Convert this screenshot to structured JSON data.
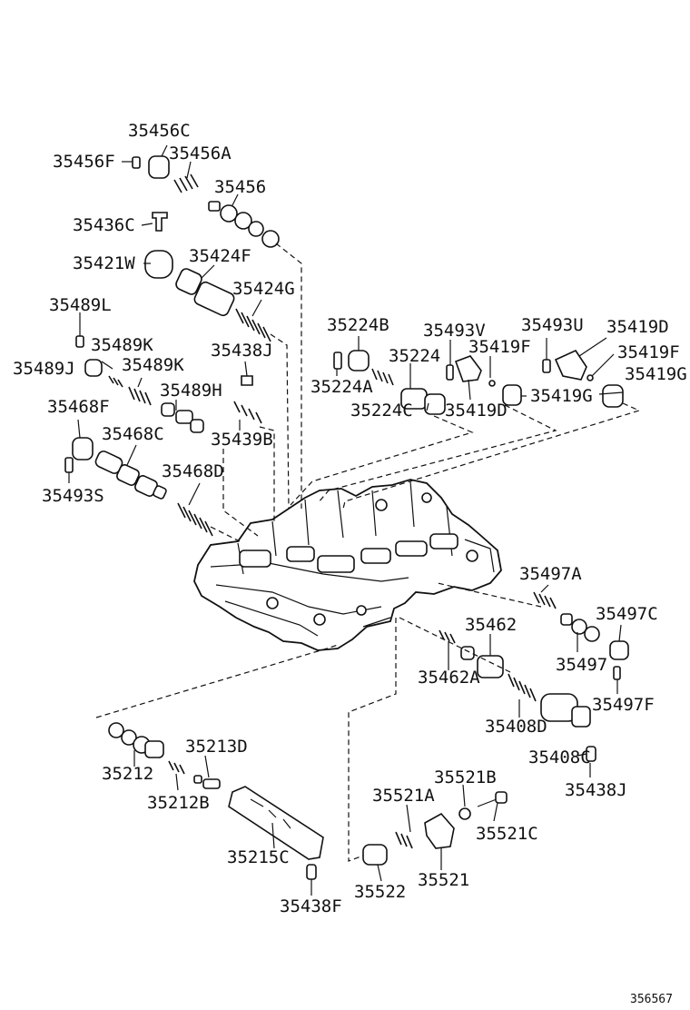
{
  "diagram": {
    "labels": {
      "p35456C": "35456C",
      "p35456F": "35456F",
      "p35456A": "35456A",
      "p35456": "35456",
      "p35436C": "35436C",
      "p35421W": "35421W",
      "p35424F": "35424F",
      "p35424G": "35424G",
      "p35489L": "35489L",
      "p35489K_1": "35489K",
      "p35489J": "35489J",
      "p35489K_2": "35489K",
      "p35489H": "35489H",
      "p35438J_1": "35438J",
      "p35439B": "35439B",
      "p35468F": "35468F",
      "p35468C": "35468C",
      "p35468D": "35468D",
      "p35493S": "35493S",
      "p35224B": "35224B",
      "p35493V": "35493V",
      "p35224": "35224",
      "p35224A": "35224A",
      "p35224C": "35224C",
      "p35419F_1": "35419F",
      "p35419D_1": "35419D",
      "p35493U": "35493U",
      "p35419D_2": "35419D",
      "p35419F_2": "35419F",
      "p35419G_1": "35419G",
      "p35419G_2": "35419G",
      "p35497A": "35497A",
      "p35497C": "35497C",
      "p35497": "35497",
      "p35497F": "35497F",
      "p35462": "35462",
      "p35462A": "35462A",
      "p35408D": "35408D",
      "p35408C": "35408C",
      "p35438J_2": "35438J",
      "p35213D": "35213D",
      "p35212": "35212",
      "p35212B": "35212B",
      "p35215C": "35215C",
      "p35438F": "35438F",
      "p35521B": "35521B",
      "p35521A": "35521A",
      "p35521C": "35521C",
      "p35521": "35521",
      "p35522": "35522"
    },
    "document_id": "356567"
  }
}
